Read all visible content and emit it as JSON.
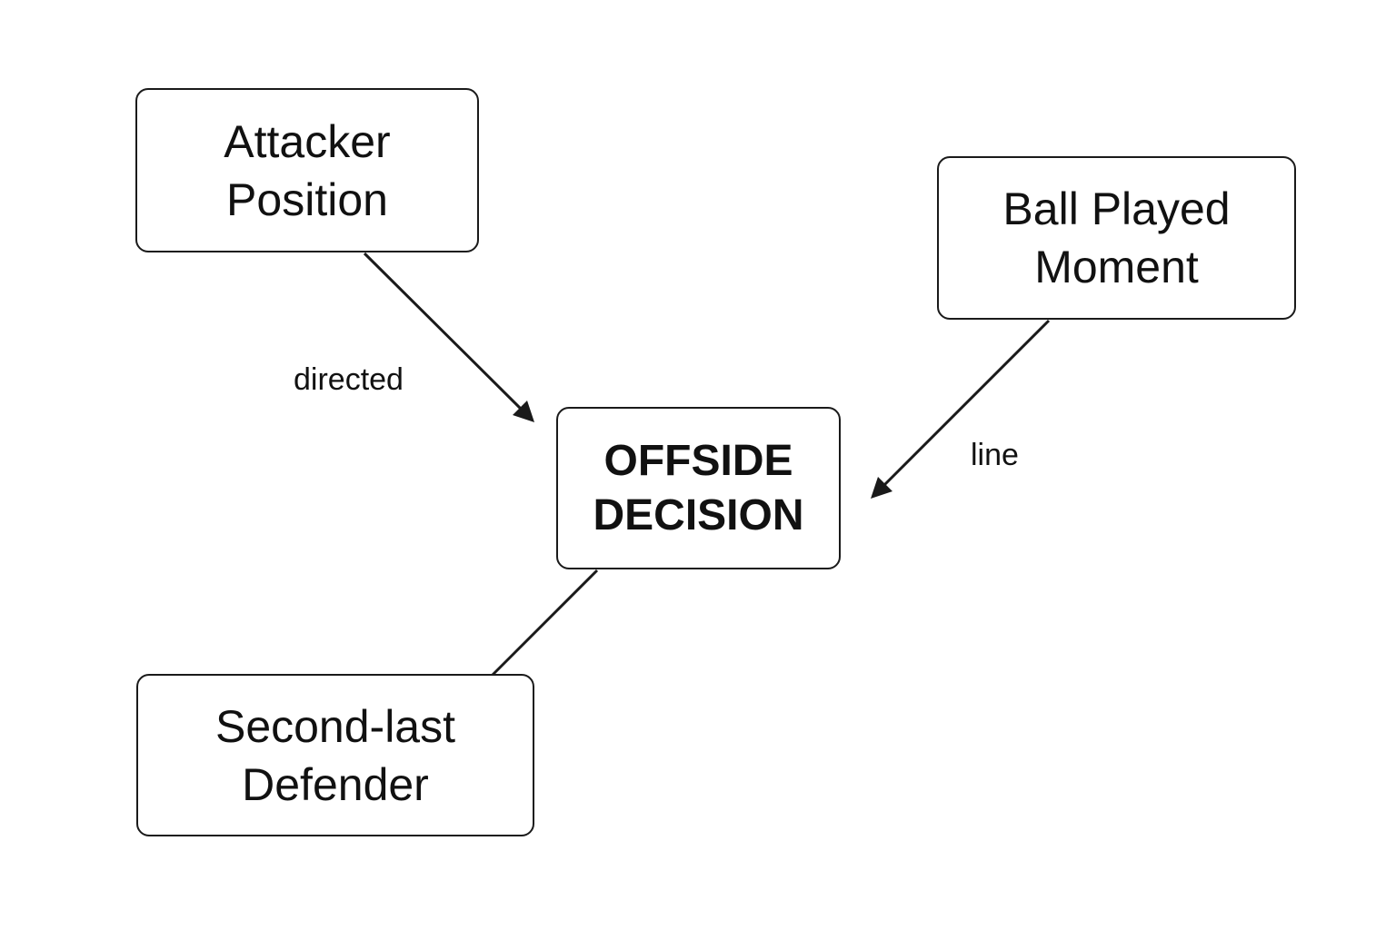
{
  "nodes": {
    "attacker": {
      "lines": [
        "Attacker",
        "Position"
      ]
    },
    "ball": {
      "lines": [
        "Ball Played",
        "Moment"
      ]
    },
    "center": {
      "lines": [
        "OFFSIDE",
        "DECISION"
      ]
    },
    "defender": {
      "lines": [
        "Second-last",
        "Defender"
      ]
    }
  },
  "edges": {
    "attacker_to_center": {
      "label": "directed"
    },
    "ball_to_center": {
      "label": "line"
    }
  },
  "colors": {
    "stroke": "#1a1a1a",
    "text": "#111111",
    "background": "#ffffff"
  }
}
